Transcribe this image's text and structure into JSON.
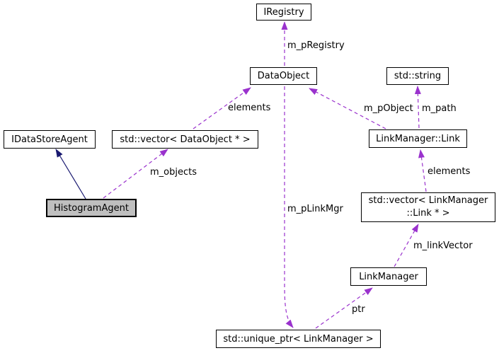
{
  "diagram_type": "collaboration-graph",
  "colors": {
    "usage_edge": "#9a32cd",
    "inheritance_edge": "#191970",
    "node_border": "#000000",
    "node_fill": "#ffffff",
    "selected_node_fill": "#bfbfbf",
    "text": "#000000",
    "background": "#ffffff"
  },
  "nodes": [
    {
      "id": "IRegistry",
      "label": "IRegistry"
    },
    {
      "id": "DataObject",
      "label": "DataObject"
    },
    {
      "id": "std_string",
      "label": "std::string"
    },
    {
      "id": "IDataStoreAgent",
      "label": "IDataStoreAgent"
    },
    {
      "id": "vector_DataObject",
      "label": "std::vector< DataObject * >"
    },
    {
      "id": "LinkManager_Link",
      "label": "LinkManager::Link"
    },
    {
      "id": "HistogramAgent",
      "label": "HistogramAgent",
      "selected": true
    },
    {
      "id": "vector_LinkManager_Link",
      "label_lines": [
        "std::vector< LinkManager",
        "::Link * >"
      ]
    },
    {
      "id": "LinkManager",
      "label": "LinkManager"
    },
    {
      "id": "unique_ptr_LinkManager",
      "label": "std::unique_ptr< LinkManager >"
    }
  ],
  "edges": [
    {
      "from": "DataObject",
      "to": "IRegistry",
      "type": "usage",
      "label": "m_pRegistry"
    },
    {
      "from": "vector_DataObject",
      "to": "DataObject",
      "type": "usage",
      "label": "elements"
    },
    {
      "from": "HistogramAgent",
      "to": "vector_DataObject",
      "type": "usage",
      "label": "m_objects"
    },
    {
      "from": "HistogramAgent",
      "to": "IDataStoreAgent",
      "type": "inheritance",
      "label": ""
    },
    {
      "from": "LinkManager_Link",
      "to": "DataObject",
      "type": "usage",
      "label": "m_pObject"
    },
    {
      "from": "LinkManager_Link",
      "to": "std_string",
      "type": "usage",
      "label": "m_path"
    },
    {
      "from": "DataObject",
      "to": "unique_ptr_LinkManager",
      "type": "usage",
      "label": "m_pLinkMgr"
    },
    {
      "from": "vector_LinkManager_Link",
      "to": "LinkManager_Link",
      "type": "usage",
      "label": "elements"
    },
    {
      "from": "LinkManager",
      "to": "vector_LinkManager_Link",
      "type": "usage",
      "label": "m_linkVector"
    },
    {
      "from": "unique_ptr_LinkManager",
      "to": "LinkManager",
      "type": "usage",
      "label": "ptr"
    }
  ]
}
